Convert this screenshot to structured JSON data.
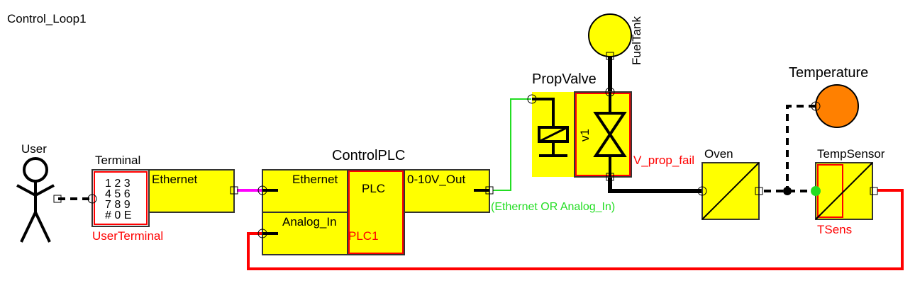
{
  "diagram": {
    "title": "Control_Loop1",
    "colors": {
      "block_fill": "#ffff00",
      "instance_outline": "#ff0000",
      "ethernet_link": "#ff00ff",
      "analog_link": "#22dd22",
      "feedback_link": "#ff0000",
      "temperature_fill": "#ff8000",
      "fueltank_fill": "#ffff00",
      "sensor_port": "#22dd22"
    },
    "actors": {
      "user": {
        "label": "User",
        "icon": "stick-figure-icon"
      }
    },
    "blocks": {
      "terminal": {
        "title": "Terminal",
        "instance": "UserTerminal",
        "port_label": "Ethernet",
        "keypad": [
          "1 2 3",
          "4 5 6",
          "7 8 9",
          "# 0 E"
        ]
      },
      "control_plc": {
        "title": "ControlPLC",
        "port_in_1": "Ethernet",
        "port_in_2": "Analog_In",
        "core_label": "PLC",
        "instance": "PLC1",
        "port_out": "0-10V_Out",
        "condition": "(Ethernet OR Analog_In)"
      },
      "prop_valve": {
        "title": "PropValve",
        "instance": "V_prop_fail",
        "inner_label": "v1",
        "icon": "valve-icon"
      },
      "fuel_tank": {
        "label": "FuelTank"
      },
      "oven": {
        "title": "Oven"
      },
      "temperature": {
        "label": "Temperature"
      },
      "temp_sensor": {
        "title": "TempSensor",
        "instance": "TSens"
      }
    },
    "connections": [
      {
        "from": "User",
        "to": "Terminal",
        "style": "dashed"
      },
      {
        "from": "Terminal.Ethernet",
        "to": "ControlPLC.Ethernet",
        "style": "ethernet"
      },
      {
        "from": "ControlPLC.0-10V_Out",
        "to": "PropValve",
        "style": "analog"
      },
      {
        "from": "FuelTank",
        "to": "PropValve",
        "style": "flow"
      },
      {
        "from": "PropValve",
        "to": "Oven",
        "style": "flow"
      },
      {
        "from": "Oven",
        "to": "TempSensor",
        "style": "dashed"
      },
      {
        "from": "Temperature",
        "to": "junction",
        "style": "dashed"
      },
      {
        "from": "TempSensor",
        "to": "ControlPLC.Analog_In",
        "style": "feedback"
      }
    ]
  }
}
